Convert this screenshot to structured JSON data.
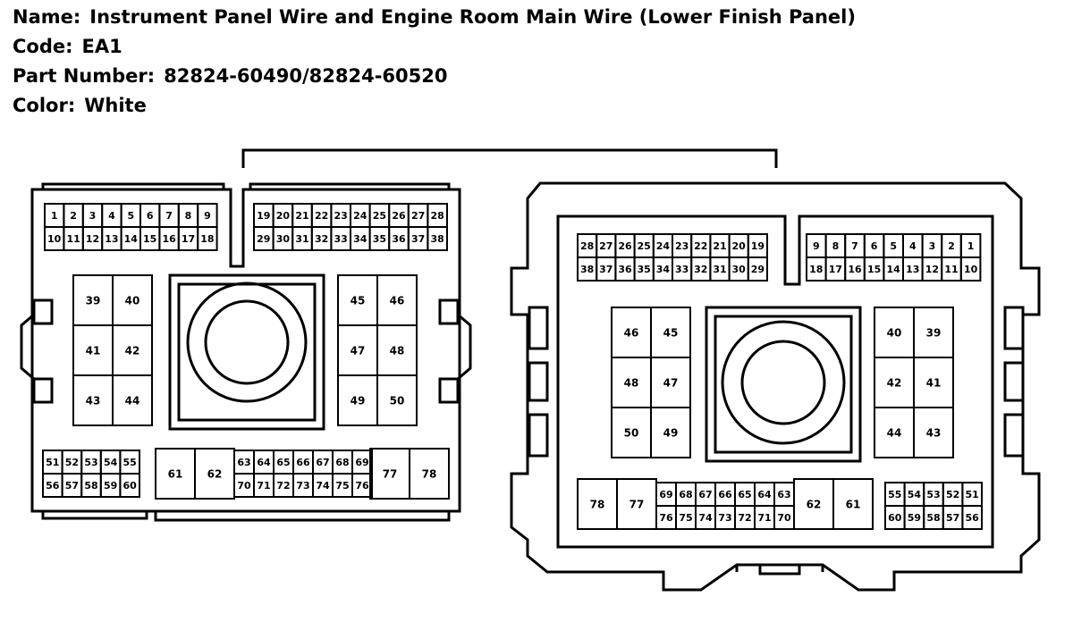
{
  "header": {
    "name_label": "Name:",
    "name_value": "Instrument Panel Wire and Engine Room Main Wire (Lower Finish Panel)",
    "code_label": "Code:",
    "code_value": "EA1",
    "part_label": "Part Number:",
    "part_value": "82824-60490/82824-60520",
    "color_label": "Color:",
    "color_value": "White"
  },
  "left_connector": {
    "top_left_row1": [
      "1",
      "2",
      "3",
      "4",
      "5",
      "6",
      "7",
      "8",
      "9"
    ],
    "top_left_row2": [
      "10",
      "11",
      "12",
      "13",
      "14",
      "15",
      "16",
      "17",
      "18"
    ],
    "top_right_row1": [
      "19",
      "20",
      "21",
      "22",
      "23",
      "24",
      "25",
      "26",
      "27",
      "28"
    ],
    "top_right_row2": [
      "29",
      "30",
      "31",
      "32",
      "33",
      "34",
      "35",
      "36",
      "37",
      "38"
    ],
    "mid_left": [
      [
        "39",
        "40"
      ],
      [
        "41",
        "42"
      ],
      [
        "43",
        "44"
      ]
    ],
    "mid_right": [
      [
        "45",
        "46"
      ],
      [
        "47",
        "48"
      ],
      [
        "49",
        "50"
      ]
    ],
    "bottom_left_row1": [
      "51",
      "52",
      "53",
      "54",
      "55"
    ],
    "bottom_left_row2": [
      "56",
      "57",
      "58",
      "59",
      "60"
    ],
    "bottom_big_left": [
      "61",
      "62"
    ],
    "bottom_mid_row1": [
      "63",
      "64",
      "65",
      "66",
      "67",
      "68",
      "69"
    ],
    "bottom_mid_row2": [
      "70",
      "71",
      "72",
      "73",
      "74",
      "75",
      "76"
    ],
    "bottom_big_right": [
      "77",
      "78"
    ]
  },
  "right_connector": {
    "top_left_row1": [
      "28",
      "27",
      "26",
      "25",
      "24",
      "23",
      "22",
      "21",
      "20",
      "19"
    ],
    "top_left_row2": [
      "38",
      "37",
      "36",
      "35",
      "34",
      "33",
      "32",
      "31",
      "30",
      "29"
    ],
    "top_right_row1": [
      "9",
      "8",
      "7",
      "6",
      "5",
      "4",
      "3",
      "2",
      "1"
    ],
    "top_right_row2": [
      "18",
      "17",
      "16",
      "15",
      "14",
      "13",
      "12",
      "11",
      "10"
    ],
    "mid_left": [
      [
        "46",
        "45"
      ],
      [
        "48",
        "47"
      ],
      [
        "50",
        "49"
      ]
    ],
    "mid_right": [
      [
        "40",
        "39"
      ],
      [
        "42",
        "41"
      ],
      [
        "44",
        "43"
      ]
    ],
    "bottom_big_left": [
      "78",
      "77"
    ],
    "bottom_mid_row1": [
      "69",
      "68",
      "67",
      "66",
      "65",
      "64",
      "63"
    ],
    "bottom_mid_row2": [
      "76",
      "75",
      "74",
      "73",
      "72",
      "71",
      "70"
    ],
    "bottom_big_right": [
      "62",
      "61"
    ],
    "bottom_right_row1": [
      "55",
      "54",
      "53",
      "52",
      "51"
    ],
    "bottom_right_row2": [
      "60",
      "59",
      "58",
      "57",
      "56"
    ]
  }
}
